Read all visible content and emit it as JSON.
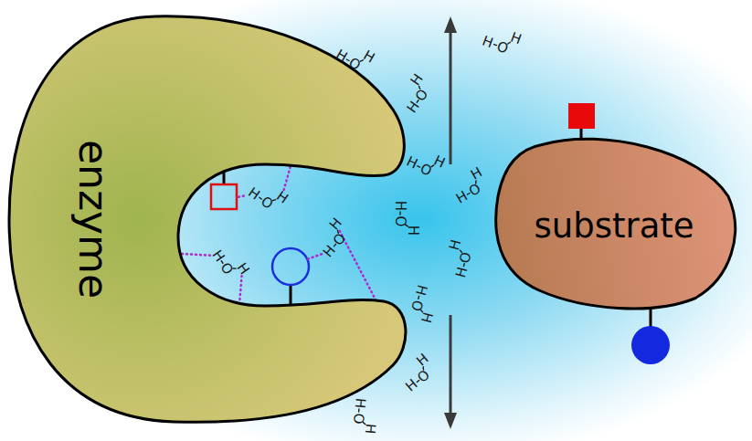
{
  "diagram": {
    "nodes": [
      {
        "text": [
          "enzyme"
        ]
      },
      {
        "text": [
          "substrate"
        ]
      }
    ],
    "labels": [
      "H",
      "O",
      "H",
      "H",
      "O",
      "H",
      "H",
      "O",
      "H",
      "H",
      "O",
      "H",
      "H",
      "O",
      "H",
      "H",
      "O",
      "H",
      "H",
      "O",
      "H",
      "H",
      "O",
      "H",
      "H",
      "O",
      "H",
      "H",
      "O",
      "H",
      "H",
      "O",
      "H",
      "H",
      "O",
      "H",
      "H",
      "O",
      "H"
    ]
  }
}
